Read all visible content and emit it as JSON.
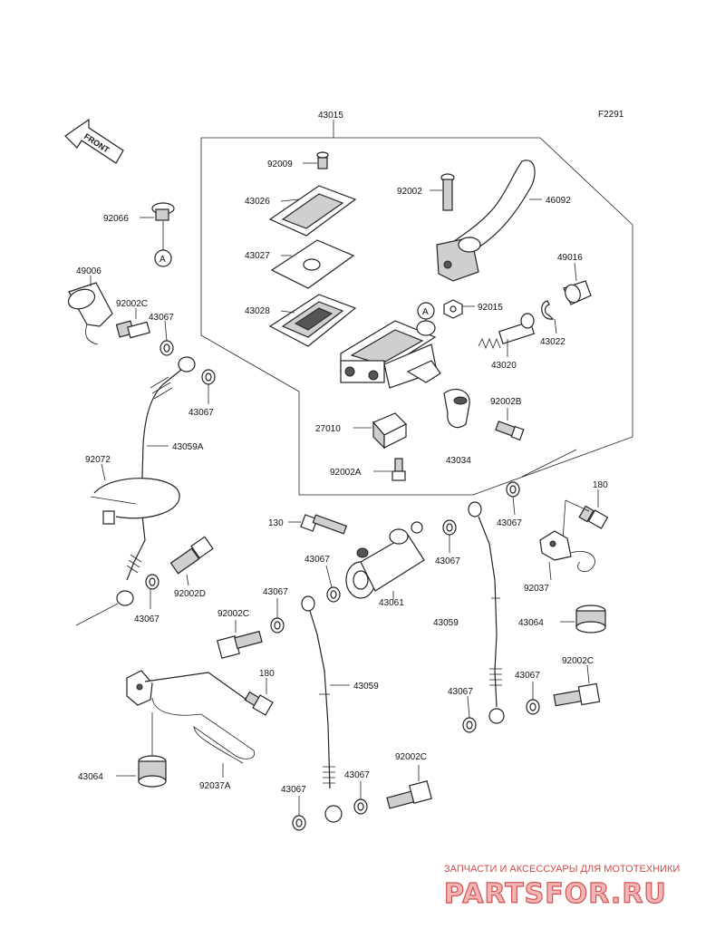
{
  "diagram": {
    "code": "F2291",
    "front_label": "FRONT",
    "callout_marker": "A",
    "parts": {
      "p43015": "43015",
      "p92009": "92009",
      "p92002": "92002",
      "p46092": "46092",
      "p43026": "43026",
      "p92066": "92066",
      "p43027": "43027",
      "p49016": "49016",
      "p49006": "49006",
      "p43028": "43028",
      "p92015": "92015",
      "p92002c_1": "92002C",
      "p43067_1": "43067",
      "p43022": "43022",
      "p43020": "43020",
      "p43067_2": "43067",
      "p92002b": "92002B",
      "p43059a": "43059A",
      "p27010": "27010",
      "p43034": "43034",
      "p92072": "92072",
      "p92002a": "92002A",
      "p180_1": "180",
      "p43067_3": "43067",
      "p130": "130",
      "p43067_4": "43067",
      "p43067_5": "43067",
      "p92037": "92037",
      "p92002d": "92002D",
      "p43067_6": "43067",
      "p43061": "43061",
      "p43067_7": "43067",
      "p43059_1": "43059",
      "p43064_1": "43064",
      "p92002c_2": "92002C",
      "p92002c_3": "92002C",
      "p180_2": "180",
      "p43067_8": "43067",
      "p43059_2": "43059",
      "p43067_9": "43067",
      "p43064_2": "43064",
      "p92037a": "92037A",
      "p92002c_4": "92002C",
      "p43067_10": "43067",
      "p43067_11": "43067"
    }
  },
  "watermark": {
    "tagline": "ЗАПЧАСТИ И АКСЕССУАРЫ ДЛЯ МОТОТЕХНИКИ",
    "logo": "PARTSFOR.RU"
  }
}
